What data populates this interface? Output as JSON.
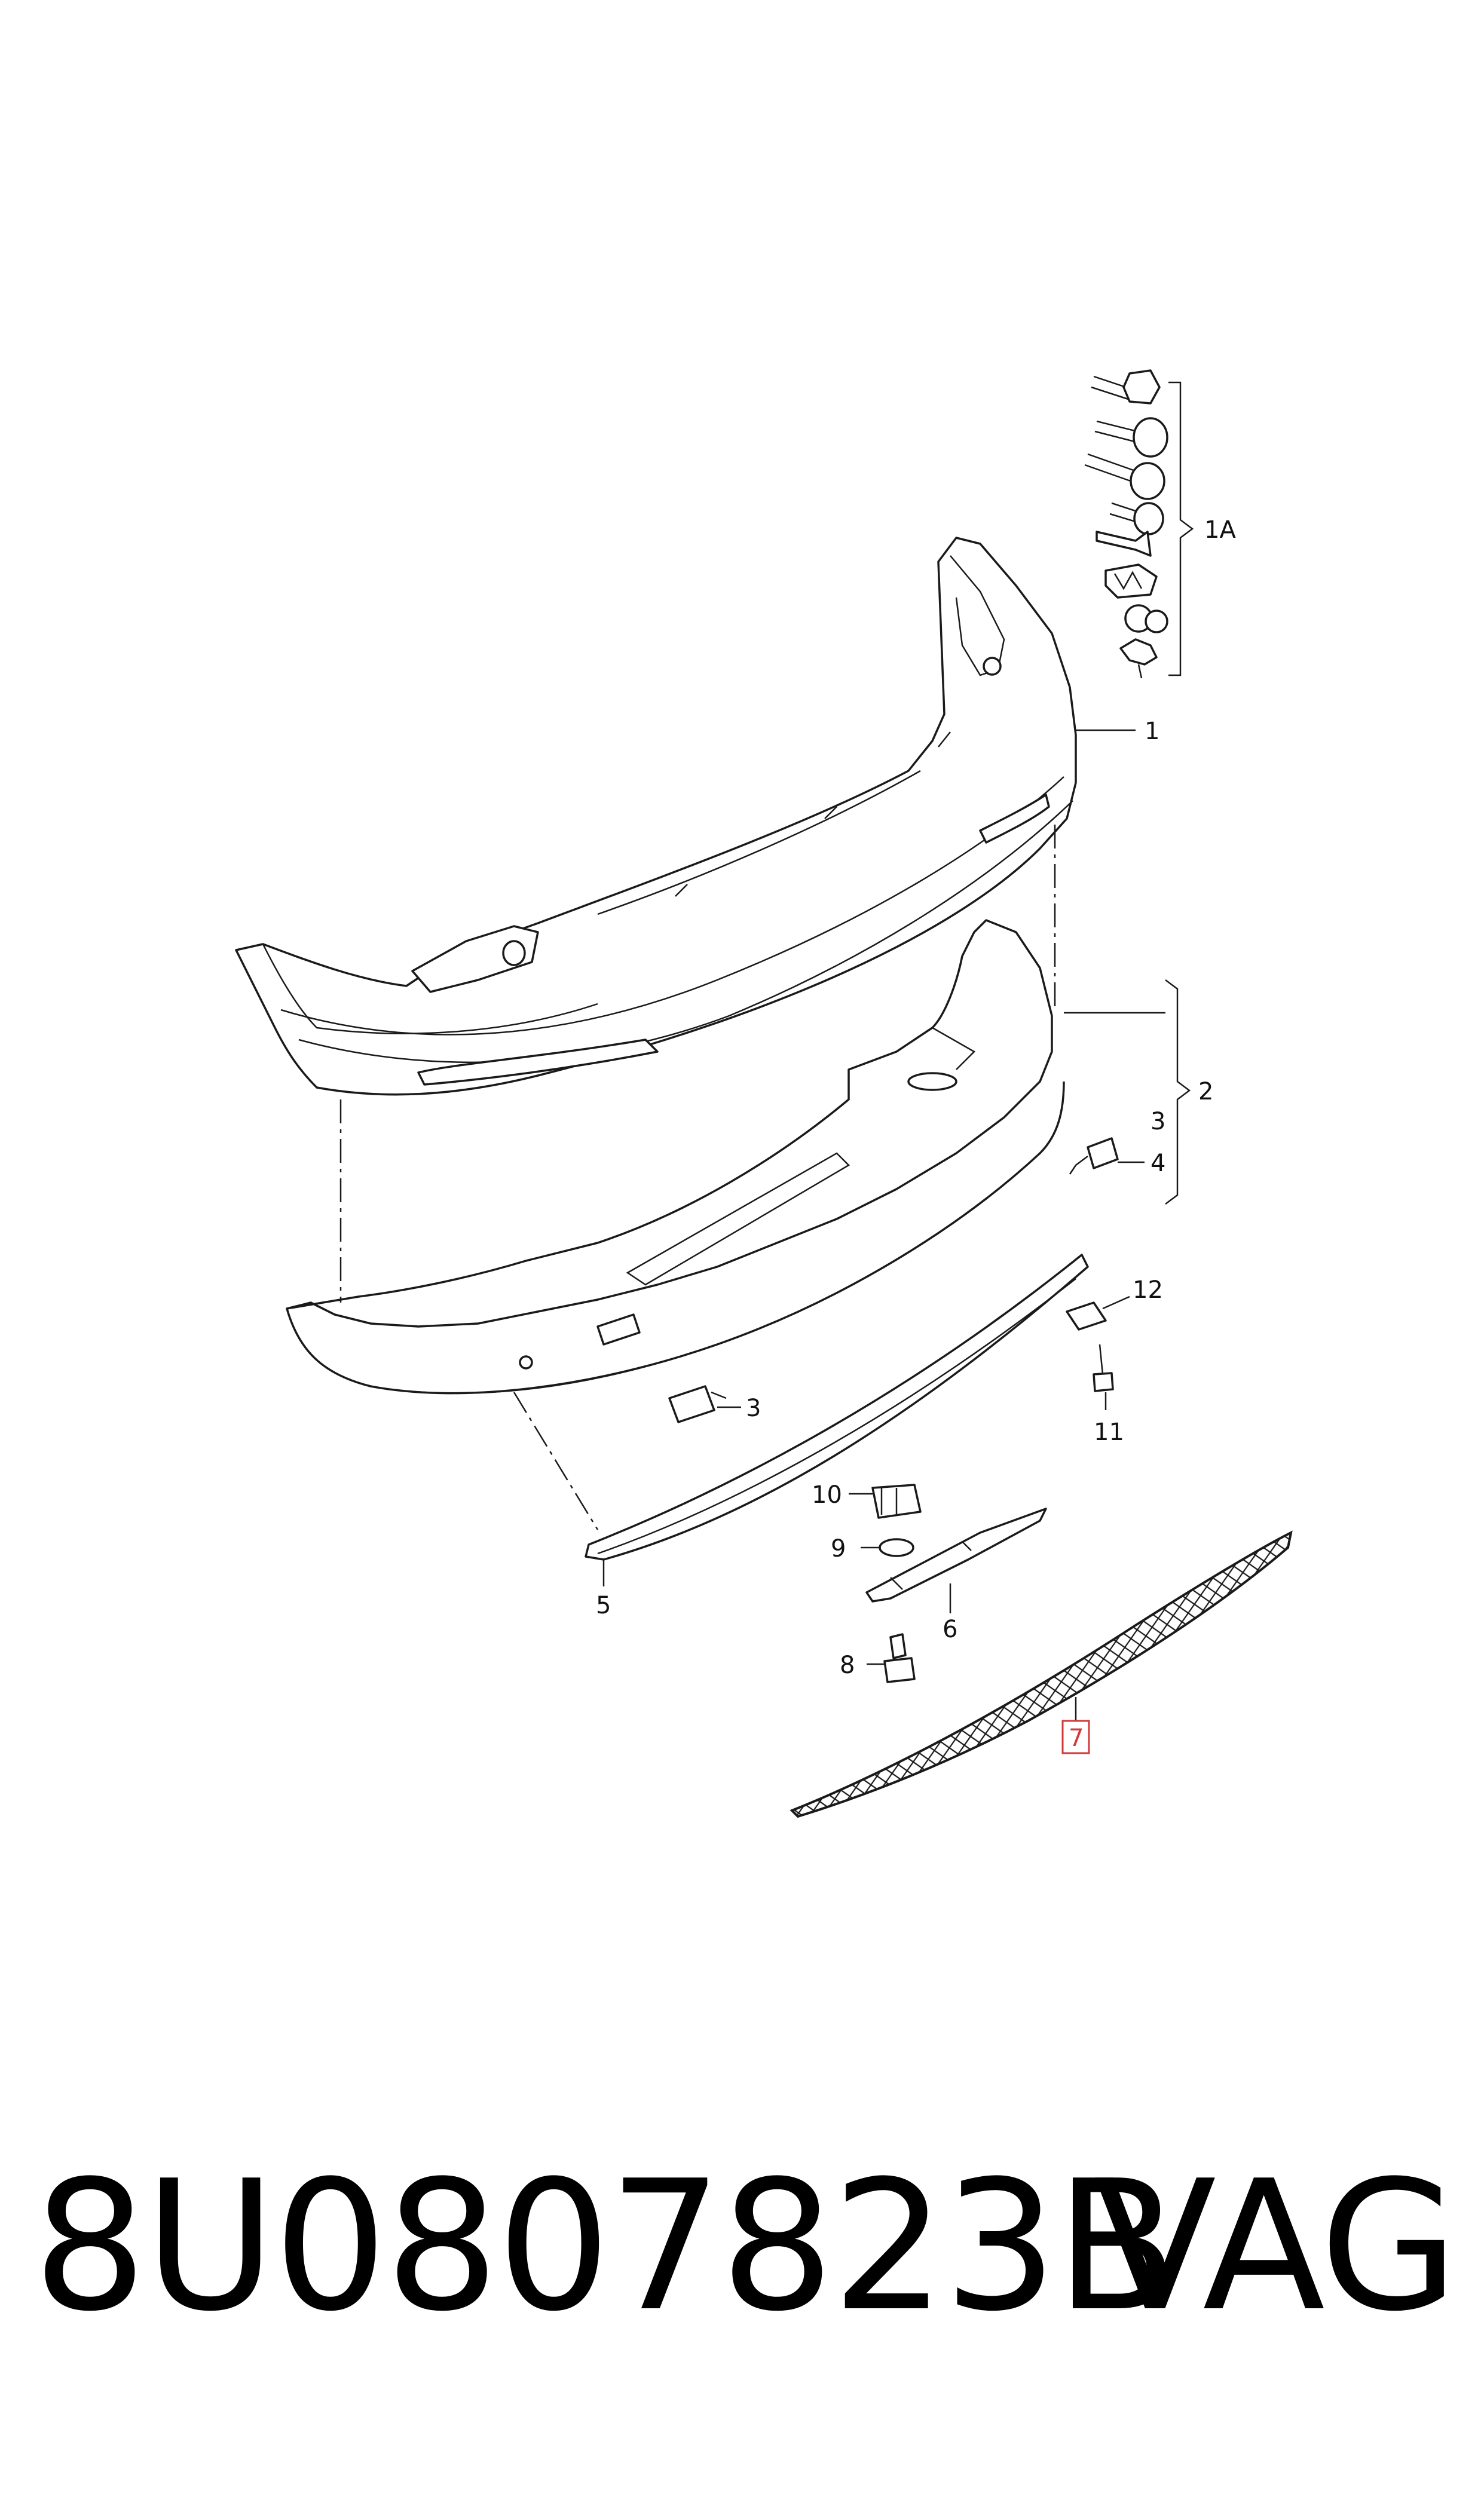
{
  "callouts": {
    "c1": "1",
    "c1a": "1A",
    "c2": "2",
    "c3a": "3",
    "c3b": "3",
    "c4": "4",
    "c5": "5",
    "c6": "6",
    "c7": "7",
    "c8": "8",
    "c9": "9",
    "c10": "10",
    "c11": "11",
    "c12": "12"
  },
  "highlighted_callout": "7",
  "highlight_color": "#d23a3a",
  "footer": {
    "part_number": "8U0807823B",
    "brand": "VAG"
  }
}
